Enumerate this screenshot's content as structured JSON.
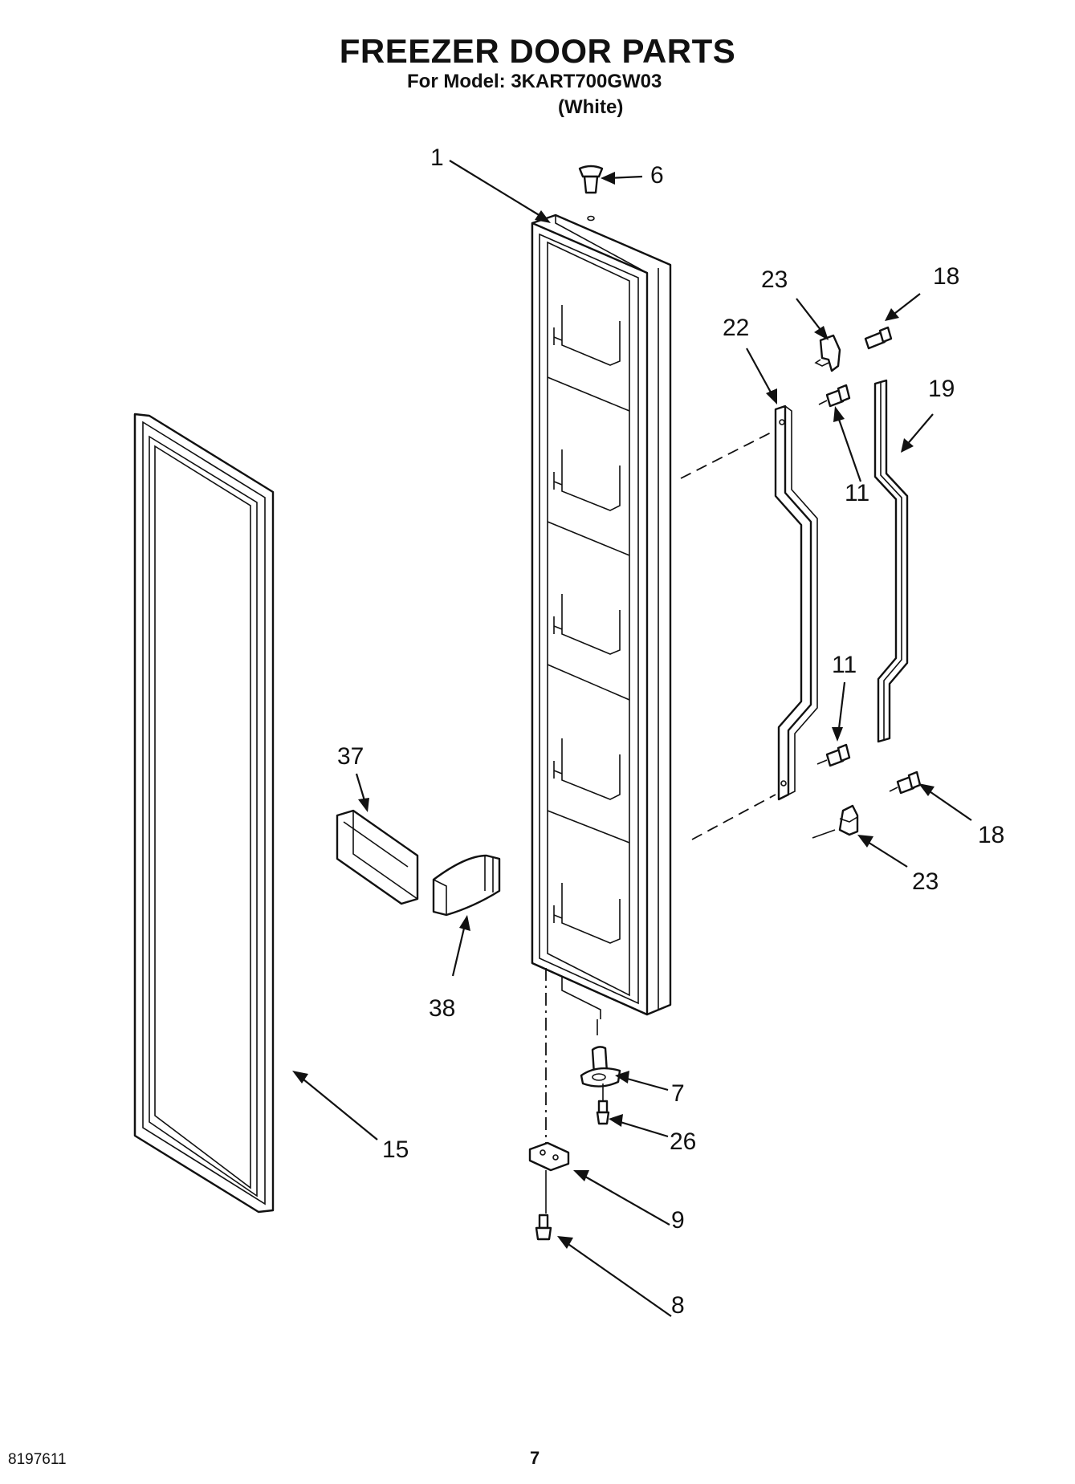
{
  "header": {
    "title": "FREEZER DOOR PARTS",
    "model_line": "For Model: 3KART700GW03",
    "color_line": "(White)"
  },
  "callouts": [
    "1",
    "6",
    "23",
    "18",
    "22",
    "19",
    "11",
    "11",
    "37",
    "38",
    "7",
    "26",
    "15",
    "9",
    "8",
    "18",
    "23"
  ],
  "footer": {
    "doc_number": "8197611",
    "page_number": "7"
  }
}
